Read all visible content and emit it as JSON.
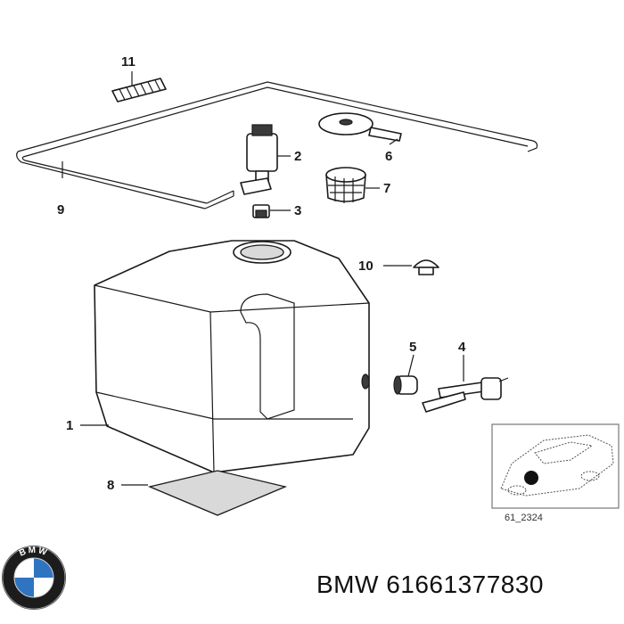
{
  "callouts": {
    "c1": "1",
    "c2": "2",
    "c3": "3",
    "c4": "4",
    "c5": "5",
    "c6": "6",
    "c7": "7",
    "c8": "8",
    "c9": "9",
    "c10": "10",
    "c11": "11"
  },
  "inset": {
    "ref_code": "61_2324"
  },
  "footer": {
    "brand": "BMW",
    "part_number": "61661377830",
    "text": "BMW 61661377830"
  },
  "logo": {
    "icon": "bmw-roundel-icon",
    "letters": "BMW",
    "colors": {
      "blue": "#2f74c0",
      "white": "#ffffff",
      "ring": "#1c1c1c"
    }
  }
}
